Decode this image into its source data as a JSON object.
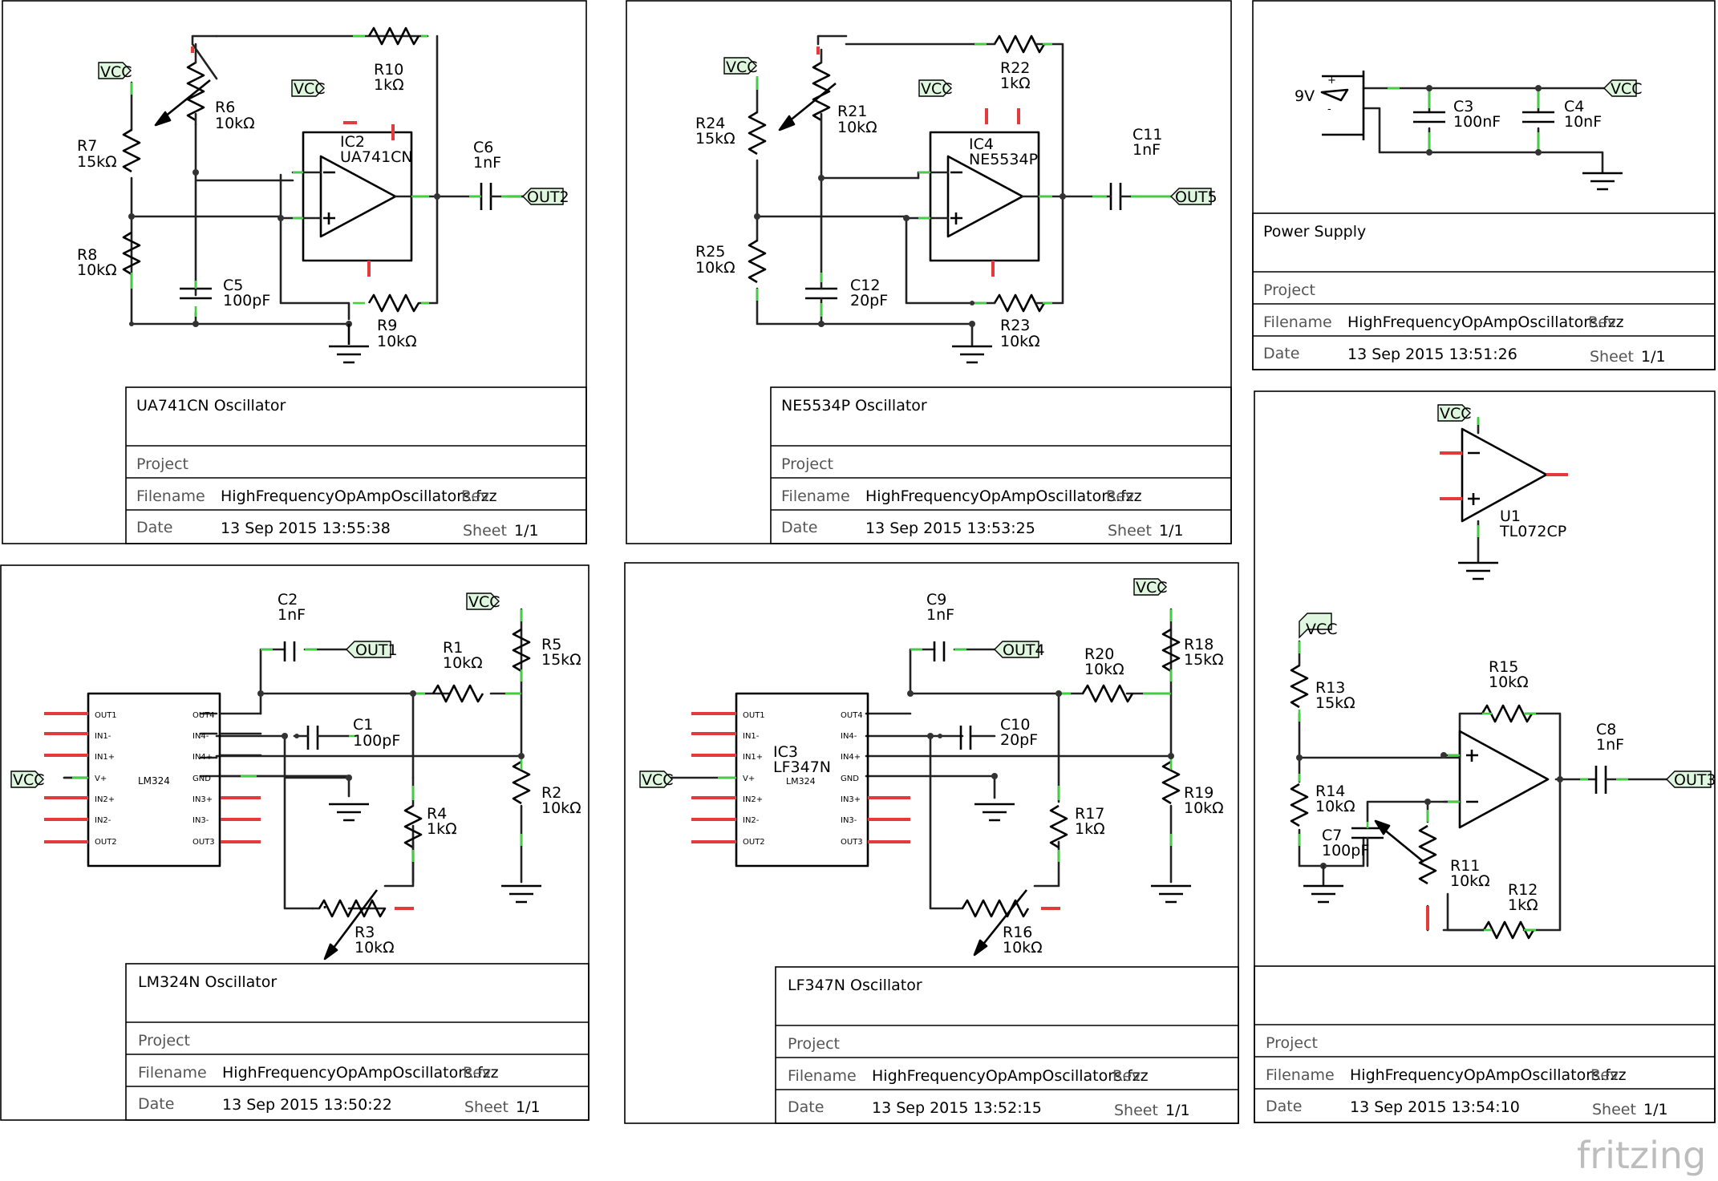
{
  "footer": {
    "logo": "fritzing"
  },
  "colors": {
    "wire": "#222222",
    "pin_end": "#3cd23c",
    "unconnected_pin": "#e33b3b",
    "net_label_fill": "#dff7df"
  },
  "title_blocks": {
    "ua741": {
      "title": "UA741CN Oscillator",
      "project_label": "Project",
      "filename_label": "Filename",
      "filename": "HighFrequencyOpAmpOscillators.fzz",
      "rev": "Rev",
      "date_label": "Date",
      "date": "13 Sep 2015 13:55:38",
      "sheet_label": "Sheet",
      "sheet": "1/1"
    },
    "ne5534": {
      "title": "NE5534P Oscillator",
      "project_label": "Project",
      "filename_label": "Filename",
      "filename": "HighFrequencyOpAmpOscillators.fzz",
      "rev": "Rev",
      "date_label": "Date",
      "date": "13 Sep 2015 13:53:25",
      "sheet_label": "Sheet",
      "sheet": "1/1"
    },
    "power": {
      "title": "Power Supply",
      "project_label": "Project",
      "filename_label": "Filename",
      "filename": "HighFrequencyOpAmpOscillators.fzz",
      "rev": "Rev",
      "date_label": "Date",
      "date": "13 Sep 2015 13:51:26",
      "sheet_label": "Sheet",
      "sheet": "1/1"
    },
    "lm324": {
      "title": "LM324N Oscillator",
      "project_label": "Project",
      "filename_label": "Filename",
      "filename": "HighFrequencyOpAmpOscillators.fzz",
      "rev": "Rev",
      "date_label": "Date",
      "date": "13 Sep 2015 13:50:22",
      "sheet_label": "Sheet",
      "sheet": "1/1"
    },
    "lf347": {
      "title": "LF347N Oscillator",
      "project_label": "Project",
      "filename_label": "Filename",
      "filename": "HighFrequencyOpAmpOscillators.fzz",
      "rev": "Rev",
      "date_label": "Date",
      "date": "13 Sep 2015 13:52:15",
      "sheet_label": "Sheet",
      "sheet": "1/1"
    },
    "tl072": {
      "title": "",
      "project_label": "Project",
      "filename_label": "Filename",
      "filename": "HighFrequencyOpAmpOscillators.fzz",
      "rev": "Rev",
      "date_label": "Date",
      "date": "13 Sep 2015 13:54:10",
      "sheet_label": "Sheet",
      "sheet": "1/1"
    }
  },
  "components": {
    "ua741": {
      "r6": [
        "R6",
        "10kΩ"
      ],
      "r7": [
        "R7",
        "15kΩ"
      ],
      "r8": [
        "R8",
        "10kΩ"
      ],
      "r9": [
        "R9",
        "10kΩ"
      ],
      "r10": [
        "R10",
        "1kΩ"
      ],
      "c5": [
        "C5",
        "100pF"
      ],
      "c6": [
        "C6",
        "1nF"
      ],
      "ic": [
        "IC2",
        "UA741CN"
      ],
      "vcc1": "VCC",
      "vcc2": "VCC",
      "out": "OUT2"
    },
    "ne5534": {
      "r21": [
        "R21",
        "10kΩ"
      ],
      "r22": [
        "R22",
        "1kΩ"
      ],
      "r23": [
        "R23",
        "10kΩ"
      ],
      "r24": [
        "R24",
        "15kΩ"
      ],
      "r25": [
        "R25",
        "10kΩ"
      ],
      "c11": [
        "C11",
        "1nF"
      ],
      "c12": [
        "C12",
        "20pF"
      ],
      "ic": [
        "IC4",
        "NE5534P"
      ],
      "vcc1": "VCC",
      "vcc2": "VCC",
      "out": "OUT5"
    },
    "power": {
      "battery": "9V",
      "c3": [
        "C3",
        "100nF"
      ],
      "c4": [
        "C4",
        "10nF"
      ],
      "vcc": "VCC"
    },
    "lm324": {
      "r1": [
        "R1",
        "10kΩ"
      ],
      "r2": [
        "R2",
        "10kΩ"
      ],
      "r3": [
        "R3",
        "10kΩ"
      ],
      "r4": [
        "R4",
        "1kΩ"
      ],
      "r5": [
        "R5",
        "15kΩ"
      ],
      "c1": [
        "C1",
        "100pF"
      ],
      "c2": [
        "C2",
        "1nF"
      ],
      "ic_name": "LM324",
      "vcc1": "VCC",
      "vcc2": "VCC",
      "out": "OUT1",
      "left_pins": [
        "OUT1",
        "IN1-",
        "IN1+",
        "V+",
        "IN2+",
        "IN2-",
        "OUT2"
      ],
      "right_pins": [
        "OUT4",
        "IN4-",
        "IN4+",
        "GND",
        "IN3+",
        "IN3-",
        "OUT3"
      ]
    },
    "lf347": {
      "r16": [
        "R16",
        "10kΩ"
      ],
      "r17": [
        "R17",
        "1kΩ"
      ],
      "r18": [
        "R18",
        "15kΩ"
      ],
      "r19": [
        "R19",
        "10kΩ"
      ],
      "r20": [
        "R20",
        "10kΩ"
      ],
      "c9": [
        "C9",
        "1nF"
      ],
      "c10": [
        "C10",
        "20pF"
      ],
      "ic": [
        "IC3",
        "LF347N"
      ],
      "ic_sub": "LM324",
      "vcc1": "VCC",
      "vcc2": "VCC",
      "out": "OUT4",
      "left_pins": [
        "OUT1",
        "IN1-",
        "IN1+",
        "V+",
        "IN2+",
        "IN2-",
        "OUT2"
      ],
      "right_pins": [
        "OUT4",
        "IN4-",
        "IN4+",
        "GND",
        "IN3+",
        "IN3-",
        "OUT3"
      ]
    },
    "tl072": {
      "u1": [
        "U1",
        "TL072CP"
      ],
      "r11": [
        "R11",
        "10kΩ"
      ],
      "r12": [
        "R12",
        "1kΩ"
      ],
      "r13": [
        "R13",
        "15kΩ"
      ],
      "r14": [
        "R14",
        "10kΩ"
      ],
      "r15": [
        "R15",
        "10kΩ"
      ],
      "c7": [
        "C7",
        "100pF"
      ],
      "c8": [
        "C8",
        "1nF"
      ],
      "vcc1": "VCC",
      "vcc2": "VCC",
      "out": "OUT3"
    }
  }
}
